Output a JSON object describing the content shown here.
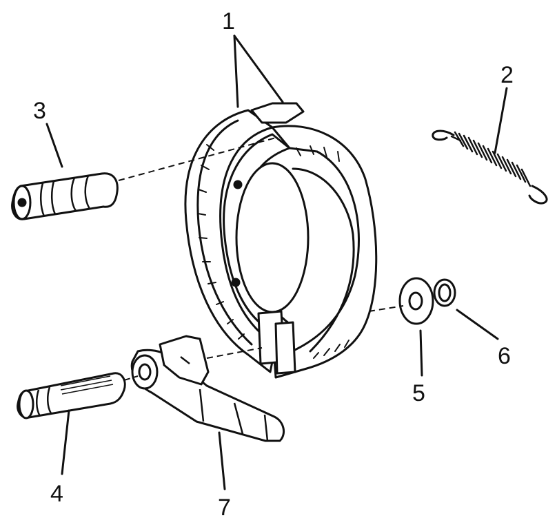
{
  "diagram": {
    "type": "exploded-parts-view",
    "colors": {
      "ink": "#111111",
      "paper": "#ffffff"
    },
    "callouts": [
      {
        "id": "1",
        "label": "1"
      },
      {
        "id": "2",
        "label": "2"
      },
      {
        "id": "3",
        "label": "3"
      },
      {
        "id": "4",
        "label": "4"
      },
      {
        "id": "5",
        "label": "5"
      },
      {
        "id": "6",
        "label": "6"
      },
      {
        "id": "7",
        "label": "7"
      }
    ]
  }
}
